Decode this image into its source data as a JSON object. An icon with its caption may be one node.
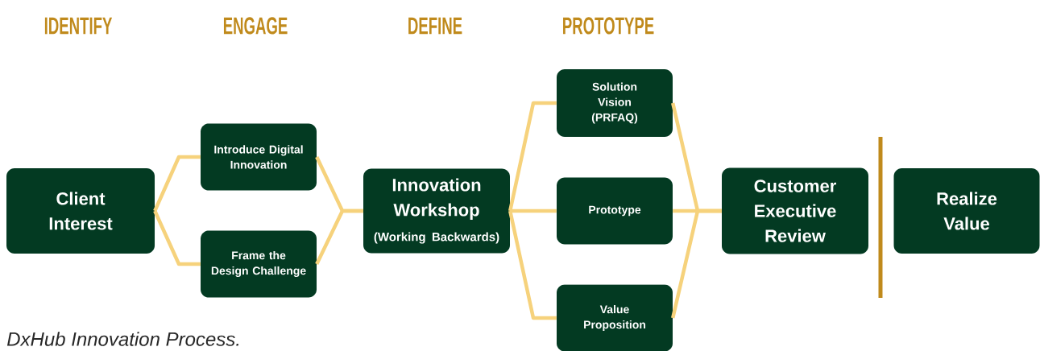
{
  "diagram": {
    "caption": "DxHub Innovation Process.",
    "nodes": [
      {
        "text": [
          "Client Interest"
        ]
      },
      {
        "text": [
          "Introduce Digital Innovation"
        ]
      },
      {
        "text": [
          "Frame the Design Challenge"
        ]
      },
      {
        "text": [
          "Innovation Workshop",
          "(Working Backwards)"
        ]
      },
      {
        "text": [
          "Solution Vision (PRFAQ)"
        ]
      },
      {
        "text": [
          "Prototype"
        ]
      },
      {
        "text": [
          "Value Proposition"
        ]
      },
      {
        "text": [
          "Customer Executive Review"
        ]
      },
      {
        "text": [
          "Realize Value"
        ]
      }
    ],
    "edges": [
      {
        "from": 0,
        "to": 1,
        "arrow": "none"
      },
      {
        "from": 0,
        "to": 2,
        "arrow": "none"
      },
      {
        "from": 1,
        "to": 3,
        "arrow": "none"
      },
      {
        "from": 2,
        "to": 3,
        "arrow": "none"
      },
      {
        "from": 3,
        "to": 4,
        "arrow": "none"
      },
      {
        "from": 3,
        "to": 5,
        "arrow": "none"
      },
      {
        "from": 3,
        "to": 6,
        "arrow": "none"
      },
      {
        "from": 4,
        "to": 7,
        "arrow": "none"
      },
      {
        "from": 5,
        "to": 7,
        "arrow": "none"
      },
      {
        "from": 6,
        "to": 7,
        "arrow": "none"
      }
    ],
    "labels": [
      "IDENTIFY",
      "ENGAGE",
      "DEFINE",
      "PROTOTYPE"
    ]
  }
}
